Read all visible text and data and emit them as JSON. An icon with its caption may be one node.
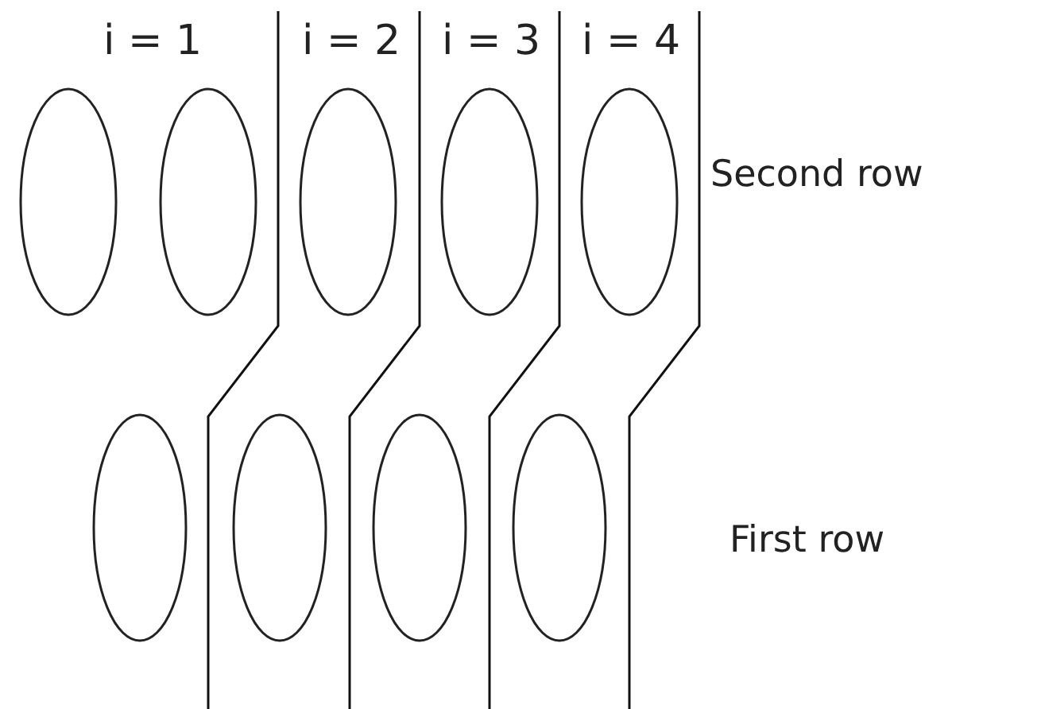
{
  "diagram": {
    "nodes": [
      {
        "text": [],
        "shape": "ellipse"
      },
      {
        "text": [],
        "shape": "ellipse"
      },
      {
        "text": [],
        "shape": "ellipse"
      },
      {
        "text": [],
        "shape": "ellipse"
      },
      {
        "text": [],
        "shape": "ellipse"
      },
      {
        "text": [],
        "shape": "ellipse"
      },
      {
        "text": [],
        "shape": "ellipse"
      },
      {
        "text": [],
        "shape": "ellipse"
      },
      {
        "text": [],
        "shape": "ellipse"
      }
    ],
    "labels": [
      "i = 1",
      "i = 2",
      "i = 3",
      "i = 4",
      "Second row",
      "First row"
    ]
  }
}
